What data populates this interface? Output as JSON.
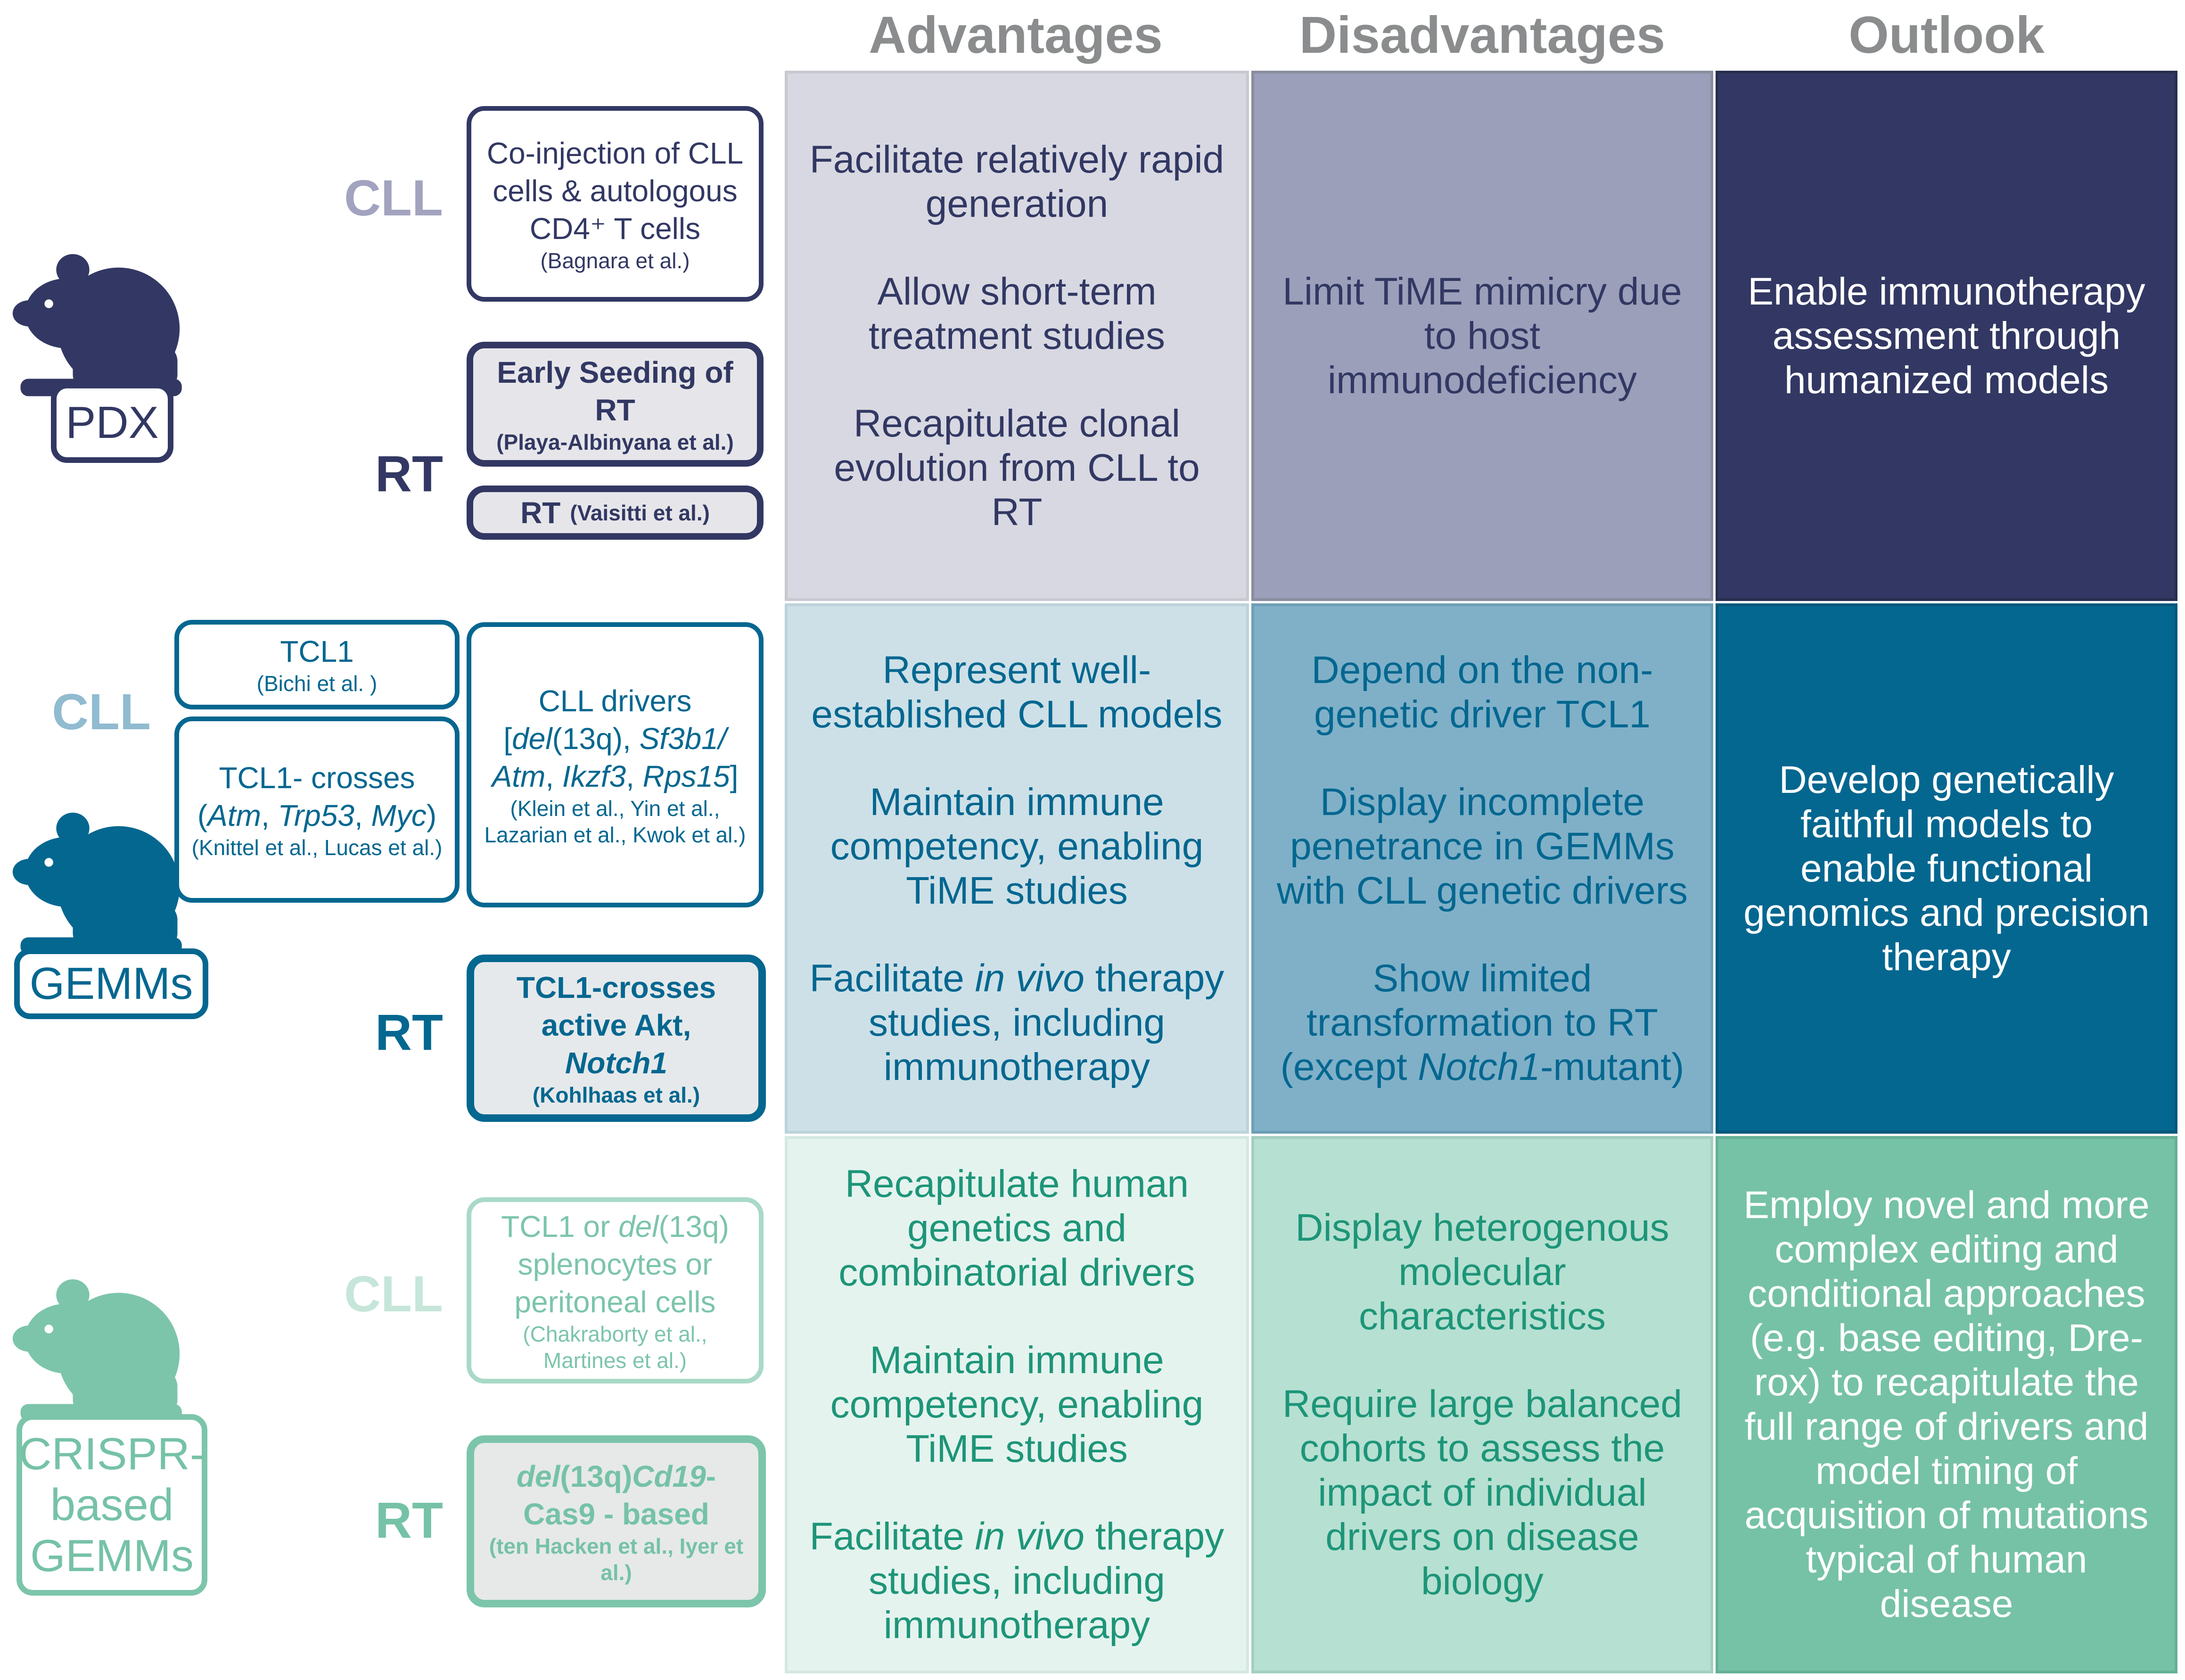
{
  "headers": [
    "Advantages",
    "Disadvantages",
    "Outlook"
  ],
  "colors": {
    "pdx_dark": "#323863",
    "pdx_mid": "#9c9fba",
    "pdx_light": "#d8d8e2",
    "pdx_cll": "#a2a3bf",
    "gemm_dark": "#046790",
    "gemm_mid": "#7fb0c8",
    "gemm_light": "#cde0e7",
    "gemm_cll": "#90bbd0",
    "crispr_dark": "#76c2a7",
    "crispr_mid": "#b6e0d2",
    "crispr_light": "#e4f3ee",
    "crispr_text": "#1d9578",
    "crispr_box": "#7cc5aa",
    "crispr_cll": "#c6e6da"
  },
  "rows": {
    "pdx": {
      "label": "PDX",
      "cll_label": "CLL",
      "rt_label": "RT",
      "boxes": [
        {
          "text": "Co-injection of CLL cells & autologous CD4⁺ T cells",
          "cite": "(Bagnara et al.)"
        },
        {
          "text": "Early Seeding of RT",
          "cite": "(Playa-Albinyana et al.)"
        },
        {
          "text": "RT",
          "cite": "(Vaisitti et al.)"
        }
      ],
      "advantages": [
        "Facilitate relatively rapid generation",
        "Allow short-term treatment studies",
        "Recapitulate clonal evolution from CLL to RT"
      ],
      "disadvantages": [
        "Limit TiME mimicry due to host immunodeficiency"
      ],
      "outlook": [
        "Enable immunotherapy assessment through humanized  models"
      ]
    },
    "gemm": {
      "label": "GEMMs",
      "cll_label": "CLL",
      "rt_label": "RT",
      "boxes": [
        {
          "text": "TCL1",
          "cite": "(Bichi et al. )"
        },
        {
          "text_a": "TCL1- crosses (",
          "i1": "Atm",
          "s1": ", ",
          "i2": "Trp53",
          "s2": ", ",
          "i3": "Myc",
          "s3": ")",
          "cite": "(Knittel et al., Lucas et al.)"
        },
        {
          "p1": "CLL drivers [",
          "i1": "del",
          "p2": "(13q), ",
          "i2": "Sf3b1/ Atm",
          "p3": ", ",
          "i3": "Ikzf3",
          "p4": ", ",
          "i4": "Rps15",
          "p5": "]",
          "cite": "(Klein et al., Yin et al., Lazarian et al., Kwok et al.)"
        },
        {
          "text": "TCL1-crosses active Akt,",
          "italic": "Notch1",
          "cite": "(Kohlhaas et al.)"
        }
      ],
      "advantages": {
        "p1": "Represent well-established CLL models",
        "p2": "Maintain immune competency, enabling TiME studies",
        "p3a": "Facilitate ",
        "p3i": "in vivo",
        "p3b": " therapy studies, including immunotherapy"
      },
      "disadvantages": {
        "p1": "Depend on the non-genetic driver TCL1",
        "p2": "Display incomplete penetrance in GEMMs with CLL genetic drivers",
        "p3a": "Show limited transformation  to RT (except ",
        "p3i": "Notch1",
        "p3b": "-mutant)"
      },
      "outlook": [
        "Develop genetically faithful models to enable functional genomics and precision therapy"
      ]
    },
    "crispr": {
      "label_lines": [
        "CRISPR-",
        "based",
        "GEMMs"
      ],
      "cll_label": "CLL",
      "rt_label": "RT",
      "boxes": [
        {
          "p1": "TCL1 or ",
          "i1": "del",
          "p2": "(13q) splenocytes or peritoneal cells",
          "cite": "(Chakraborty et al., Martines et al.)"
        },
        {
          "i1": "del",
          "p1": "(13q)",
          "i2": "Cd19",
          "p2": "-Cas9 - based",
          "cite": "(ten Hacken et al., Iyer et al.)"
        }
      ],
      "advantages": {
        "p1": "Recapitulate human genetics and combinatorial drivers",
        "p2": "Maintain immune competency, enabling TiME studies",
        "p3a": "Facilitate ",
        "p3i": "in vivo",
        "p3b": " therapy studies, including immunotherapy"
      },
      "disadvantages": [
        "Display heterogenous molecular characteristics",
        "Require large balanced cohorts to assess the impact of individual drivers on disease biology"
      ],
      "outlook": [
        "Employ novel and more complex editing and conditional approaches (e.g. base editing, Dre-rox) to recapitulate the full range of drivers and model timing of acquisition of mutations typical of human disease"
      ]
    }
  }
}
